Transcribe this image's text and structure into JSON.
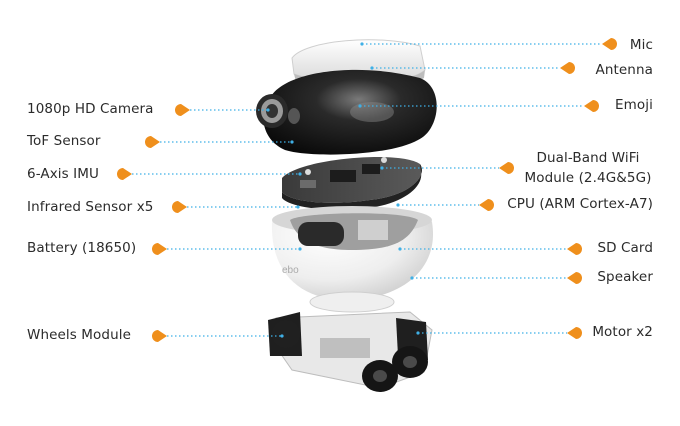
{
  "diagram": {
    "left_labels": [
      {
        "id": "camera",
        "text": "1080p HD Camera"
      },
      {
        "id": "tof",
        "text": "ToF Sensor"
      },
      {
        "id": "imu",
        "text": "6-Axis IMU"
      },
      {
        "id": "infrared",
        "text": "Infrared Sensor x5"
      },
      {
        "id": "battery",
        "text": "Battery (18650)"
      },
      {
        "id": "wheels",
        "text": "Wheels Module"
      }
    ],
    "right_labels": [
      {
        "id": "mic",
        "text": "Mic"
      },
      {
        "id": "antenna",
        "text": "Antenna"
      },
      {
        "id": "emoji",
        "text": "Emoji"
      },
      {
        "id": "wifi",
        "text": "Dual-Band WiFi\nModule (2.4G&5G)"
      },
      {
        "id": "cpu",
        "text": "CPU (ARM Cortex-A7)"
      },
      {
        "id": "sdcard",
        "text": "SD Card"
      },
      {
        "id": "speaker",
        "text": "Speaker"
      },
      {
        "id": "motor",
        "text": "Motor x2"
      }
    ],
    "brand_text": "ebo",
    "colors": {
      "marker": "#ef8f1c",
      "leader": "#3fb0e6",
      "text": "#2b2b2b",
      "shell": "#f2f2f2",
      "dark": "#1a1a1a"
    }
  }
}
